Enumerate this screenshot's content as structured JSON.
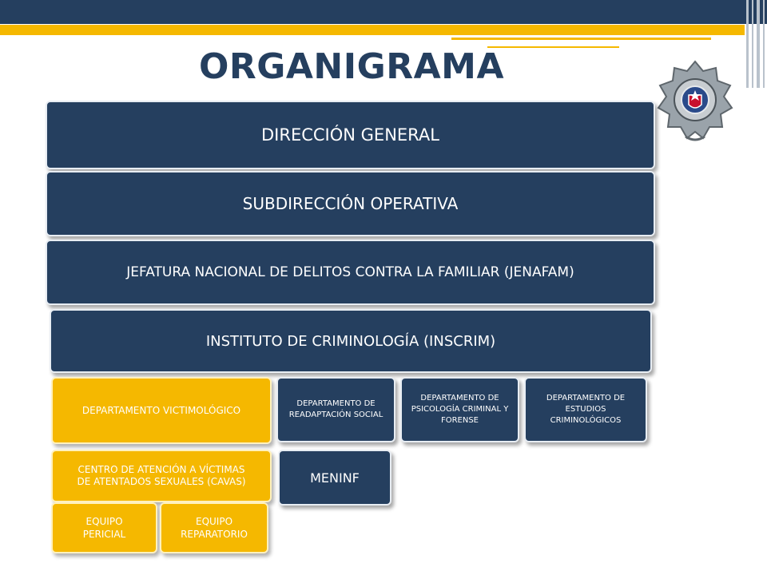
{
  "title": "ORGANIGRAMA",
  "levels": {
    "direccion_general": "DIRECCIÓN GENERAL",
    "subdireccion": "SUBDIRECCIÓN OPERATIVA",
    "jefatura": "JEFATURA NACIONAL DE  DELITOS CONTRA LA FAMILIAR (JENAFAM)",
    "instituto": "INSTITUTO DE CRIMINOLOGÍA (INSCRIM)"
  },
  "departments": {
    "victimologico": "DEPARTAMENTO VICTIMOLÓGICO",
    "readaptacion": "DEPARTAMENTO DE READAPTACIÓN SOCIAL",
    "psicologia": "DEPARTAMENTO DE PSICOLOGÍA CRIMINAL Y FORENSE",
    "estudios": "DEPARTAMENTO DE ESTUDIOS CRIMINOLÓGICOS"
  },
  "units": {
    "cavas": "CENTRO DE ATENCIÓN A VÍCTIMAS DE ATENTADOS SEXUALES (CAVAS)",
    "meninf": "MENINF",
    "equipo_pericial": "EQUIPO PERICIAL",
    "equipo_reparatorio": "EQUIPO REPARATORIO"
  },
  "colors": {
    "navy": "#253f5f",
    "gold": "#f5b800"
  },
  "icons": {
    "badge": "police-badge-icon"
  }
}
